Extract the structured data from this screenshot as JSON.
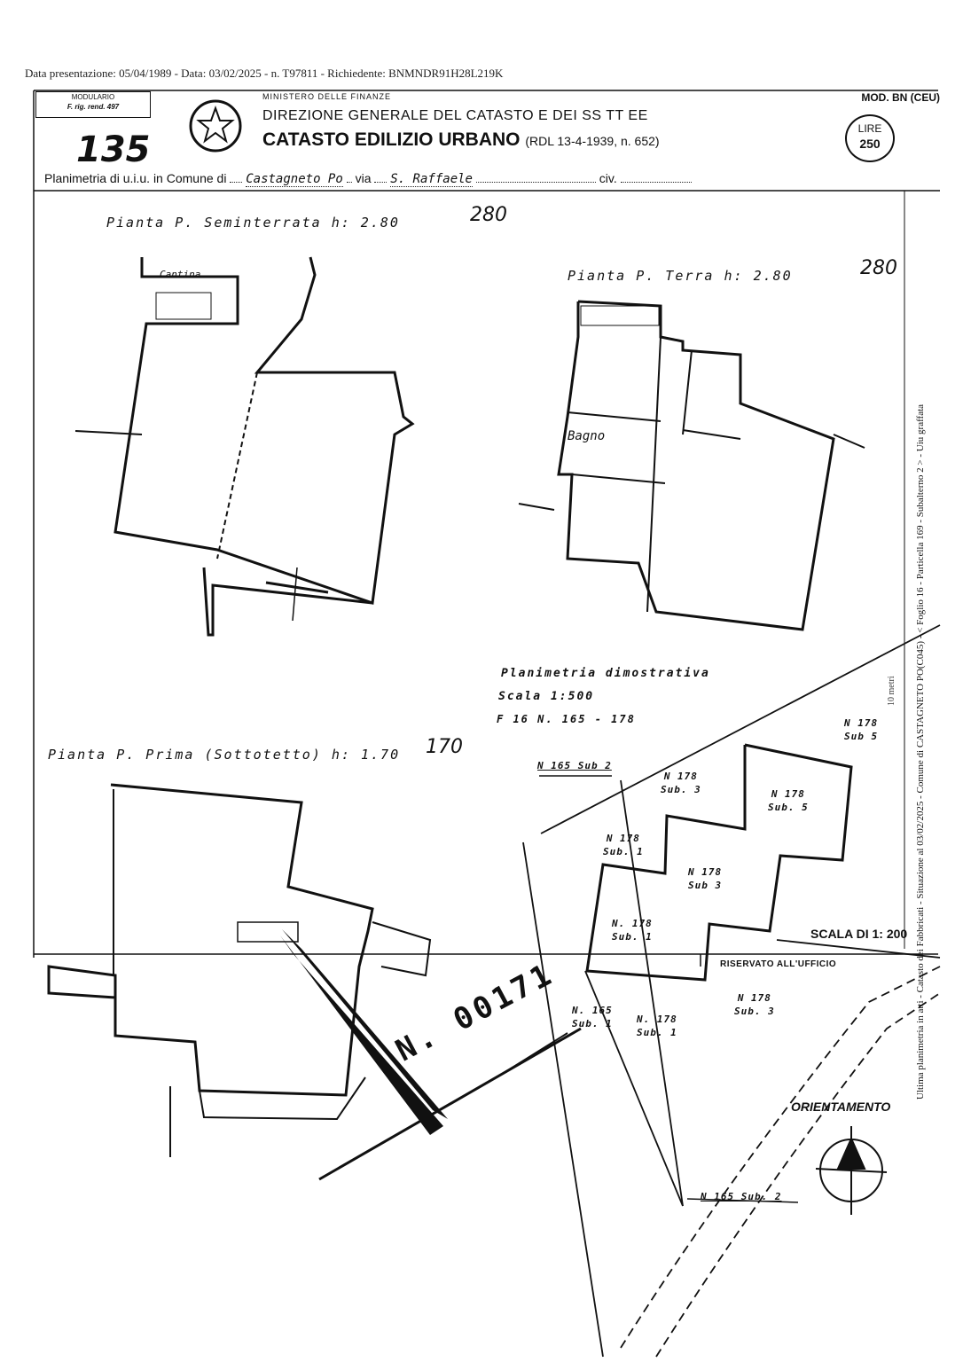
{
  "header": {
    "meta_line": "Data presentazione: 05/04/1989 - Data: 03/02/2025 - n. T97811 - Richiedente: BNMNDR91H28L219K",
    "form_box": {
      "line1": "MODULARIO",
      "line2": "F. rig. rend. 497"
    },
    "ministry": "MINISTERO DELLE FINANZE",
    "direzione": "DIREZIONE GENERALE DEL CATASTO E DEI SS TT EE",
    "catasto": "CATASTO EDILIZIO URBANO",
    "law": "(RDL 13-4-1939, n. 652)",
    "model": "MOD. BN (CEU)",
    "lire": {
      "label": "LIRE",
      "value": "250"
    },
    "page_number": "135",
    "plan_prefix": "Planimetria di u.i.u. in Comune di",
    "comune": "Castagneto Po",
    "via_label": "via",
    "via": "S. Raffaele",
    "civ_label": "civ."
  },
  "plans": {
    "seminterrato": {
      "title": "Pianta P. Seminterrata",
      "height": "h: 2.80",
      "height_hand": "280",
      "cantina": "Cantina"
    },
    "terra": {
      "title": "Pianta P. Terra",
      "height": "h: 2.80",
      "height_hand": "280",
      "bagno": "Bagno"
    },
    "prima": {
      "title": "Pianta P. Prima (Sottotetto)",
      "height": "h: 1.70",
      "height_hand": "170"
    }
  },
  "planimetria": {
    "title": "Planimetria dimostrativa",
    "scale": "Scala 1:500",
    "foglio": "F 16 N. 165 - 178",
    "labels": [
      {
        "n": "N 178",
        "sub": "Sub 5"
      },
      {
        "n": "N 165 Sub 2",
        "sub": ""
      },
      {
        "n": "N 178",
        "sub": "Sub. 3"
      },
      {
        "n": "N 178",
        "sub": "Sub. 5"
      },
      {
        "n": "N 178",
        "sub": "Sub. 1"
      },
      {
        "n": "N 178",
        "sub": "Sub 3"
      },
      {
        "n": "N. 178",
        "sub": "Sub. 1"
      },
      {
        "n": "N. 165",
        "sub": "Sub. 1"
      },
      {
        "n": "N. 178",
        "sub": "Sub. 1"
      },
      {
        "n": "N 178",
        "sub": "Sub. 3"
      },
      {
        "n": "N 165 Sub. 2",
        "sub": ""
      }
    ]
  },
  "footer": {
    "orientamento": "ORIENTAMENTO",
    "scala": "SCALA DI 1: 200",
    "riservato": "RISERVATO ALL'UFFICIO",
    "stamp": "N. 00171",
    "ten_metri": "10 metri",
    "side_text": "Ultima planimetria in atti - Catasto dei Fabbricati - Situazione al 03/02/2025 - Comune di CASTAGNETO PO(C045) - < Foglio 16 - Particella 169 - Subalterno 2 > - Uiu graffata"
  }
}
